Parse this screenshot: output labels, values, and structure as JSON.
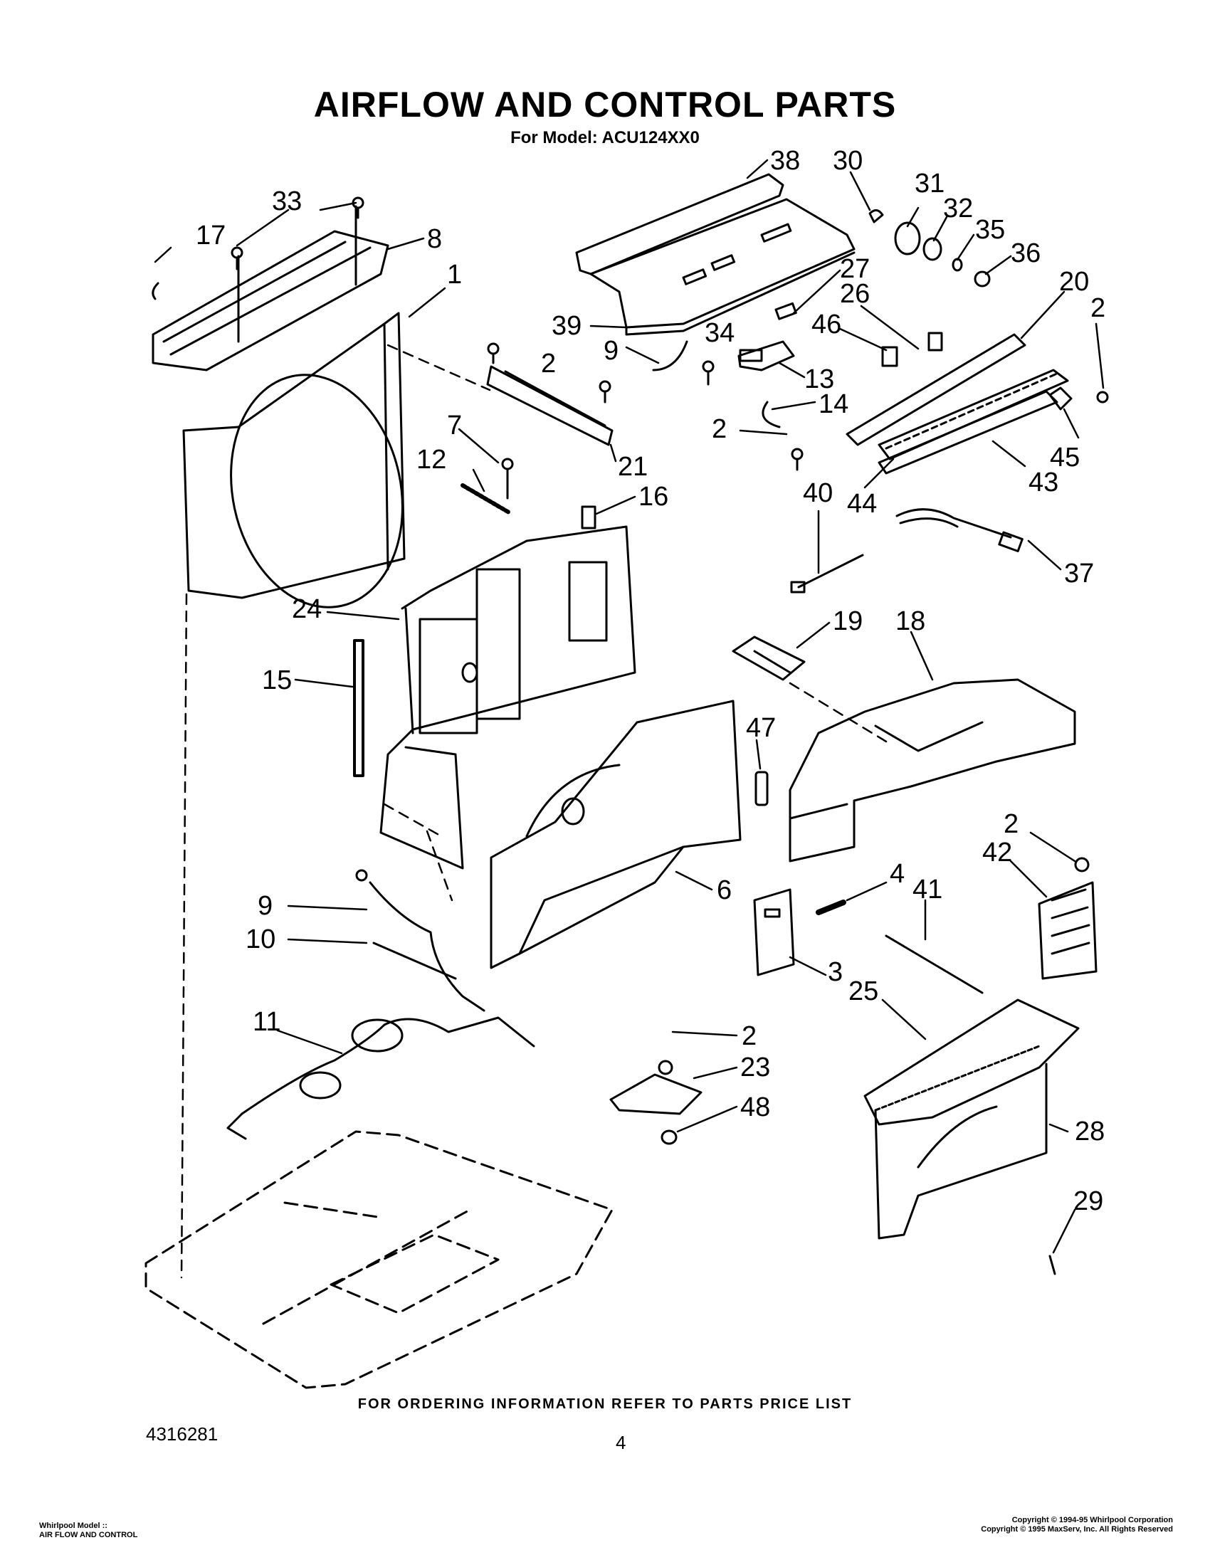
{
  "title": "AIRFLOW AND CONTROL PARTS",
  "subtitle": "For Model: ACU124XX0",
  "callouts": [
    {
      "id": "c17",
      "text": "17"
    },
    {
      "id": "c33",
      "text": "33"
    },
    {
      "id": "c8",
      "text": "8"
    },
    {
      "id": "c1",
      "text": "1"
    },
    {
      "id": "c38",
      "text": "38"
    },
    {
      "id": "c30",
      "text": "30"
    },
    {
      "id": "c31",
      "text": "31"
    },
    {
      "id": "c32",
      "text": "32"
    },
    {
      "id": "c35",
      "text": "35"
    },
    {
      "id": "c36",
      "text": "36"
    },
    {
      "id": "c20",
      "text": "20"
    },
    {
      "id": "c2a",
      "text": "2"
    },
    {
      "id": "c27",
      "text": "27"
    },
    {
      "id": "c26",
      "text": "26"
    },
    {
      "id": "c39",
      "text": "39"
    },
    {
      "id": "c2b",
      "text": "2"
    },
    {
      "id": "c9a",
      "text": "9"
    },
    {
      "id": "c34",
      "text": "34"
    },
    {
      "id": "c46",
      "text": "46"
    },
    {
      "id": "c13",
      "text": "13"
    },
    {
      "id": "c14",
      "text": "14"
    },
    {
      "id": "c2c",
      "text": "2"
    },
    {
      "id": "c45",
      "text": "45"
    },
    {
      "id": "c7",
      "text": "7"
    },
    {
      "id": "c12",
      "text": "12"
    },
    {
      "id": "c21",
      "text": "21"
    },
    {
      "id": "c43",
      "text": "43"
    },
    {
      "id": "c16",
      "text": "16"
    },
    {
      "id": "c40",
      "text": "40"
    },
    {
      "id": "c44",
      "text": "44"
    },
    {
      "id": "c37",
      "text": "37"
    },
    {
      "id": "c24",
      "text": "24"
    },
    {
      "id": "c19",
      "text": "19"
    },
    {
      "id": "c18",
      "text": "18"
    },
    {
      "id": "c15",
      "text": "15"
    },
    {
      "id": "c47",
      "text": "47"
    },
    {
      "id": "c2d",
      "text": "2"
    },
    {
      "id": "c42",
      "text": "42"
    },
    {
      "id": "c4",
      "text": "4"
    },
    {
      "id": "c41",
      "text": "41"
    },
    {
      "id": "c6",
      "text": "6"
    },
    {
      "id": "c9b",
      "text": "9"
    },
    {
      "id": "c10",
      "text": "10"
    },
    {
      "id": "c3",
      "text": "3"
    },
    {
      "id": "c25",
      "text": "25"
    },
    {
      "id": "c11",
      "text": "11"
    },
    {
      "id": "c2e",
      "text": "2"
    },
    {
      "id": "c23",
      "text": "23"
    },
    {
      "id": "c48",
      "text": "48"
    },
    {
      "id": "c28",
      "text": "28"
    },
    {
      "id": "c29",
      "text": "29"
    }
  ],
  "footer_note": "FOR ORDERING INFORMATION REFER TO PARTS PRICE LIST",
  "document_number": "4316281",
  "page_number": "4",
  "corner_left": [
    "Whirlpool Model ::",
    "AIR FLOW AND CONTROL"
  ],
  "corner_right": [
    "Copyright © 1994-95 Whirlpool Corporation",
    "Copyright © 1995 MaxServ, Inc.  All Rights Reserved"
  ]
}
